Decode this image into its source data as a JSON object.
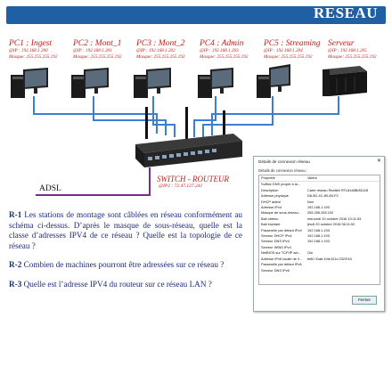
{
  "header": {
    "title": "RESEAU"
  },
  "pcs": [
    {
      "name": "PC1 : Ingest",
      "ip": "@IP : 192.168.1.200",
      "mask": "Masque: 255.255.255.192"
    },
    {
      "name": "PC2 : Mont_1",
      "ip": "@IP : 192.168.1.201",
      "mask": "Masque: 255.255.255.192"
    },
    {
      "name": "PC3 : Mont_2",
      "ip": "@IP : 192.168.1.202",
      "mask": "Masque: 255.255.255.192"
    },
    {
      "name": "PC4 : Admin",
      "ip": "@IP : 192.168.1.203",
      "mask": "Masque: 255.255.255.192"
    },
    {
      "name": "PC5 : Streaming",
      "ip": "@IP : 192.168.1.204",
      "mask": "Masque: 255.255.255.192"
    },
    {
      "name": "Serveur",
      "ip": "@IP : 192.168.1.205",
      "mask": "Masque: 255.255.255.192"
    }
  ],
  "switch": {
    "label": "SWITCH - ROUTEUR",
    "ip": "@IP2 : 72.47.127.241"
  },
  "adsl": "ADSL",
  "questions": [
    {
      "num": "R-1",
      "text": " Les stations de montage sont câblées en réseau conformément au schéma ci-dessus. D’après le masque de sous-réseau, quelle est la classe d’adresses IPV4 de ce réseau ? Quelle est la topologie de ce réseau ?"
    },
    {
      "num": "R-2",
      "text": " Combien de machines pourront être adressées sur ce réseau ?"
    },
    {
      "num": "R-3",
      "text": " Quelle est l’adresse IPV4 du routeur sur ce réseau LAN ?"
    }
  ],
  "dialog": {
    "title": "Détails de connexion réseau",
    "subtitle": "Détails de connexion réseau :",
    "col1": "Propriété",
    "col2": "Valeur",
    "rows": [
      [
        "Suffixe DNS propre à la...",
        ""
      ],
      [
        "Description",
        "Carte réseau Realtek RTL8168B/8111B"
      ],
      [
        "Adresse physique",
        "D8-5D-4C-80-85-F3"
      ],
      [
        "DHCP activé",
        "Non"
      ],
      [
        "Adresse IPv4",
        "192.168.1.190"
      ],
      [
        "Masque de sous-réseau...",
        "255.255.255.192"
      ],
      [
        "Bail obtenu",
        "mercredi 19 octobre 2016 10:11:53"
      ],
      [
        "Bail expirant",
        "jeudi 20 octobre 2016 06:11:52"
      ],
      [
        "Passerelle par défaut IPv4",
        "192.168.1.193"
      ],
      [
        "Serveur DHCP IPv4",
        "192.168.1.193"
      ],
      [
        "Serveur DNS IPv4",
        "192.168.1.193"
      ],
      [
        "Serveur WINS IPv4",
        ""
      ],
      [
        "NetBIOS sur TCP/IP act...",
        "Oui"
      ],
      [
        "Adresse IPv6 locale de li...",
        "fe80::f1ab:1f4e:f21c:2323%3"
      ],
      [
        "Passerelle par défaut IPv6",
        ""
      ],
      [
        "Serveur DNS IPv6",
        ""
      ]
    ],
    "button": "Fermer"
  },
  "colors": {
    "header": "#1f5fa3",
    "label_red": "#c0201a",
    "cable_blue": "#3a7fd0",
    "adsl_purple": "#7a2a8a",
    "question_text": "#1d2a7a"
  }
}
